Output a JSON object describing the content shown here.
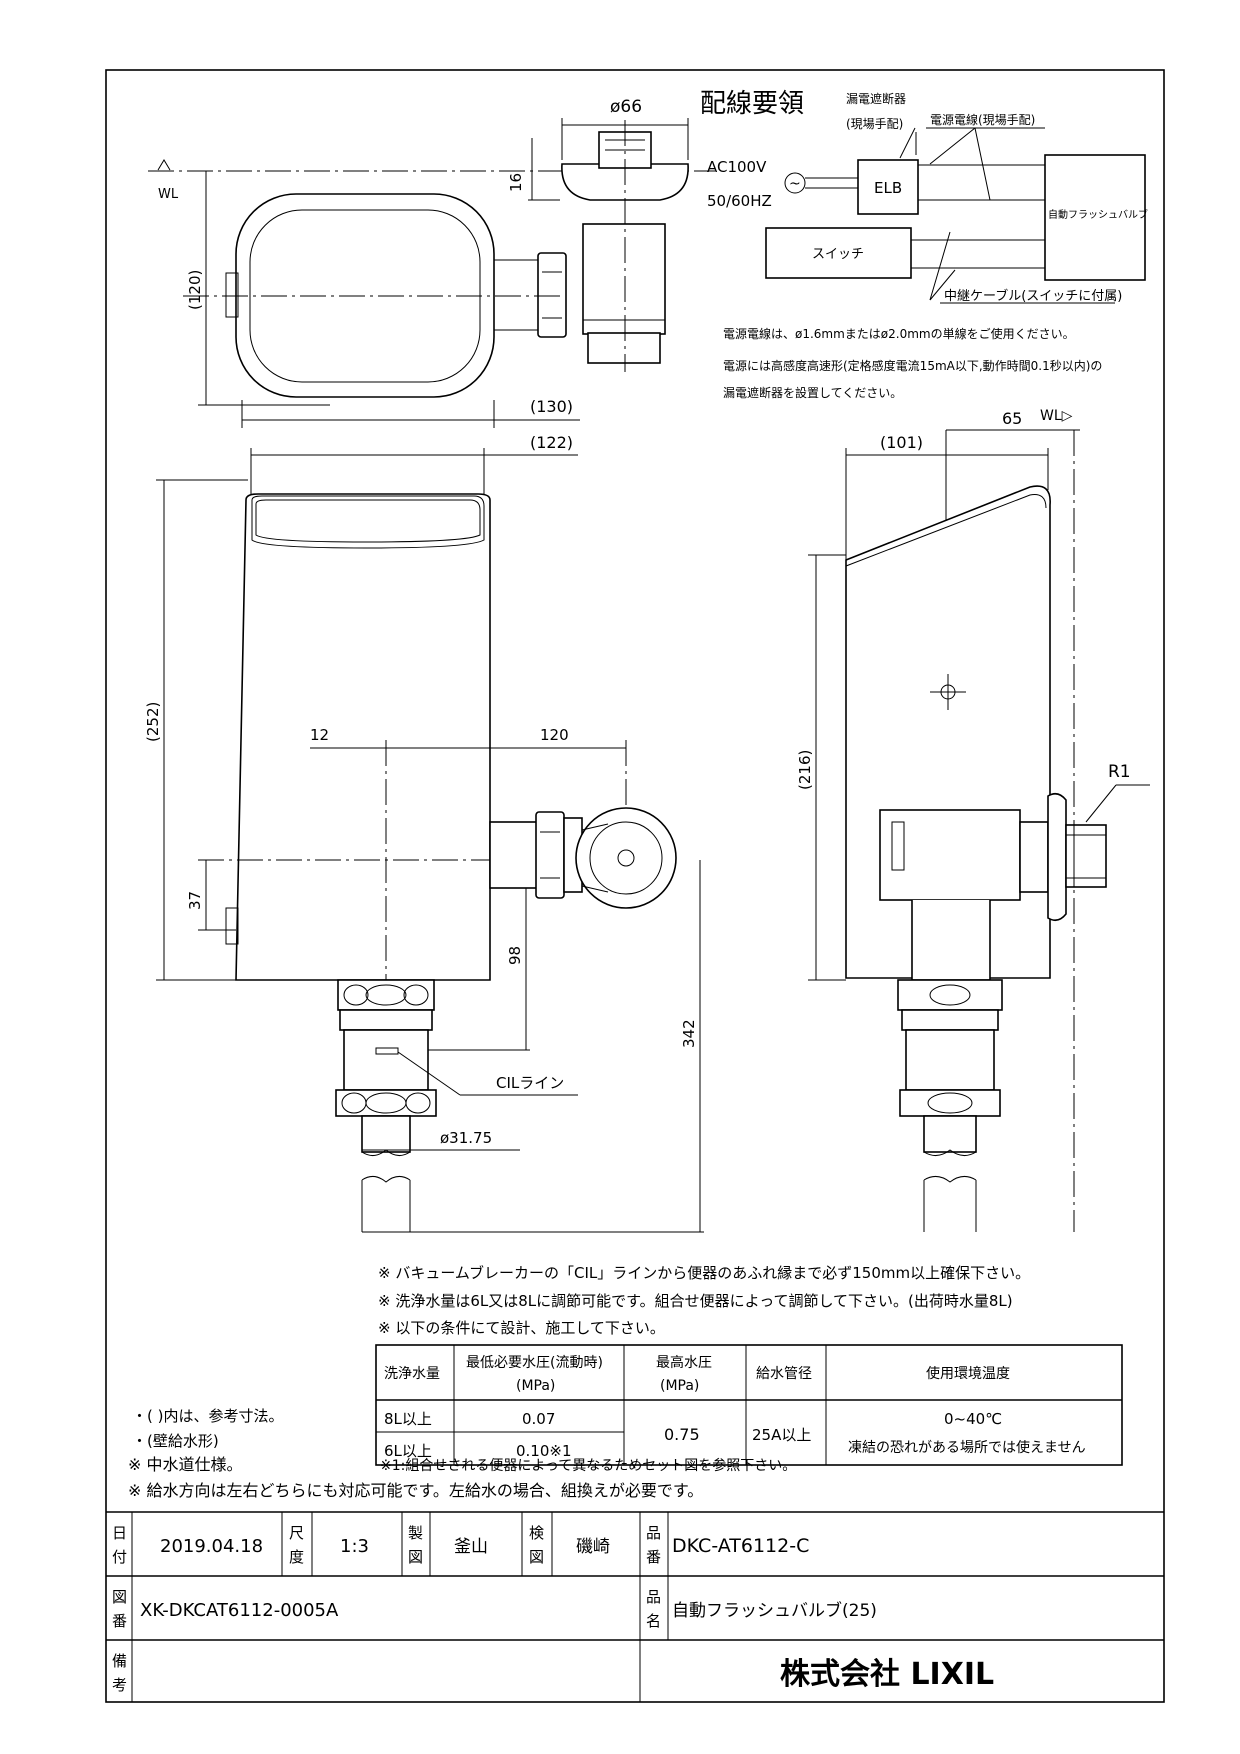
{
  "dimensions": {
    "phi66": "ø66",
    "d16": "16",
    "d120_paren": "(120)",
    "d130": "(130)",
    "d122": "(122)",
    "d101": "(101)",
    "d65": "65",
    "wl_left": "WL",
    "wl_right": "WL▷",
    "d252": "(252)",
    "d12": "12",
    "d120": "120",
    "d37": "37",
    "d98": "98",
    "d342": "342",
    "d216": "(216)",
    "r1": "R1",
    "cil_line": "CILライン",
    "phi3175": "ø31.75"
  },
  "wiring": {
    "title": "配線要領",
    "elb_breaker_line1": "漏電遮断器",
    "elb_breaker_line2": "(現場手配)",
    "power_cable": "電源電線(現場手配)",
    "ac_line1": "AC100V",
    "ac_line2": "50/60HZ",
    "ac_symbol": "~",
    "elb": "ELB",
    "valve": "自動フラッシュバルブ",
    "switch": "スイッチ",
    "relay_cable": "中継ケーブル(スイッチに付属)",
    "note1": "電源電線は、ø1.6mmまたはø2.0mmの単線をご使用ください。",
    "note2": "電源には高感度高速形(定格感度電流15mA以下,動作時間0.1秒以内)の",
    "note3": "漏電遮断器を設置してください。"
  },
  "notes": {
    "n1": "※ バキュームブレーカーの「CIL」ラインから便器のあふれ縁まで必ず150mm以上確保下さい。",
    "n2": "※ 洗浄水量は6L又は8Lに調節可能です。組合せ便器によって調節して下さい。(出荷時水量8L)",
    "n3": "※ 以下の条件にて設計、施工して下さい。",
    "left1": "・( )内は、参考寸法。",
    "left2": "・(壁給水形)",
    "left3": "※ 中水道仕様。",
    "star1": "※1:組合せされる便器によって異なるためセット図を参照下さい。",
    "supply": "※ 給水方向は左右どちらにも対応可能です。左給水の場合、組換えが必要です。"
  },
  "spec_table": {
    "h_volume": "洗浄水量",
    "h_min_pressure": "最低必要水圧(流動時)",
    "h_min_unit": "(MPa)",
    "h_max_pressure": "最高水圧",
    "h_max_unit": "(MPa)",
    "h_pipe": "給水管径",
    "h_temp": "使用環境温度",
    "r1_volume": "8L以上",
    "r1_min": "0.07",
    "r2_volume": "6L以上",
    "r2_min": "0.10※1",
    "max": "0.75",
    "pipe": "25A以上",
    "temp1": "0~40℃",
    "temp2": "凍結の恐れがある場所では使えません"
  },
  "title_block": {
    "date_label_1": "日",
    "date_label_2": "付",
    "date": "2019.04.18",
    "scale_label_1": "尺",
    "scale_label_2": "度",
    "scale": "1:3",
    "drawn_label_1": "製",
    "drawn_label_2": "図",
    "drawn_by": "釜山",
    "checked_label_1": "検",
    "checked_label_2": "図",
    "checked_by": "磯崎",
    "partno_label_1": "品",
    "partno_label_2": "番",
    "part_no": "DKC-AT6112-C",
    "drawing_label_1": "図",
    "drawing_label_2": "番",
    "drawing_no": "XK-DKCAT6112-0005A",
    "name_label_1": "品",
    "name_label_2": "名",
    "product_name": "自動フラッシュバルブ(25)",
    "remarks_label_1": "備",
    "remarks_label_2": "考",
    "company": "株式会社 LIXIL"
  }
}
